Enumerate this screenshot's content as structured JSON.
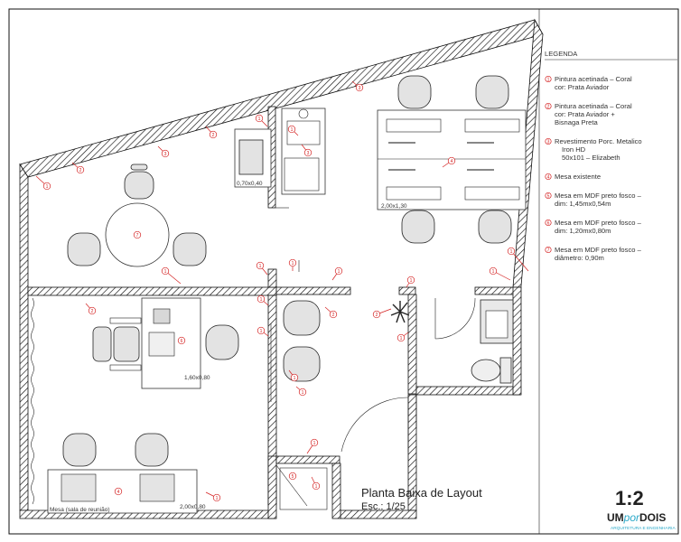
{
  "legend": {
    "title": "LEGENDA",
    "items": [
      {
        "n": "1",
        "lines": [
          "Pintura acetinada – Coral",
          "cor: Prata Aviador"
        ]
      },
      {
        "n": "2",
        "lines": [
          "Pintura acetinada – Coral",
          "cor: Prata Aviador +",
          "Bisnaga Preta"
        ]
      },
      {
        "n": "3",
        "lines": [
          "Revestimento Porc. Metalico",
          "Iron HD",
          "50x101 – Elizabeth"
        ]
      },
      {
        "n": "4",
        "lines": [
          "Mesa existente"
        ]
      },
      {
        "n": "5",
        "lines": [
          "Mesa em MDF preto fosco –",
          "dim: 1,45mx0,54m"
        ]
      },
      {
        "n": "6",
        "lines": [
          "Mesa em MDF preto fosco –",
          "dim: 1,20mx0,80m"
        ]
      },
      {
        "n": "7",
        "lines": [
          "Mesa em MDF preto fosco –",
          "diâmetro: 0,90m"
        ]
      }
    ]
  },
  "plan_title": "Planta Baixa de Layout",
  "scale": "Esc.: 1/25",
  "scale_big": "1:2",
  "brand": {
    "um": "UM",
    "por": "por",
    "dois": "DOIS",
    "tagline": "ARQUITETURA E ENGENHARIA",
    "accent": "#2aa8c8"
  },
  "dims": {
    "cab": "0,70x0,40",
    "desk_group": "2,00x1,30",
    "meeting": "Mesa (sala de reunião)",
    "desk6": "1,60x0,80",
    "desk4": "2,00x0,80"
  },
  "accent_red": "#d42020"
}
